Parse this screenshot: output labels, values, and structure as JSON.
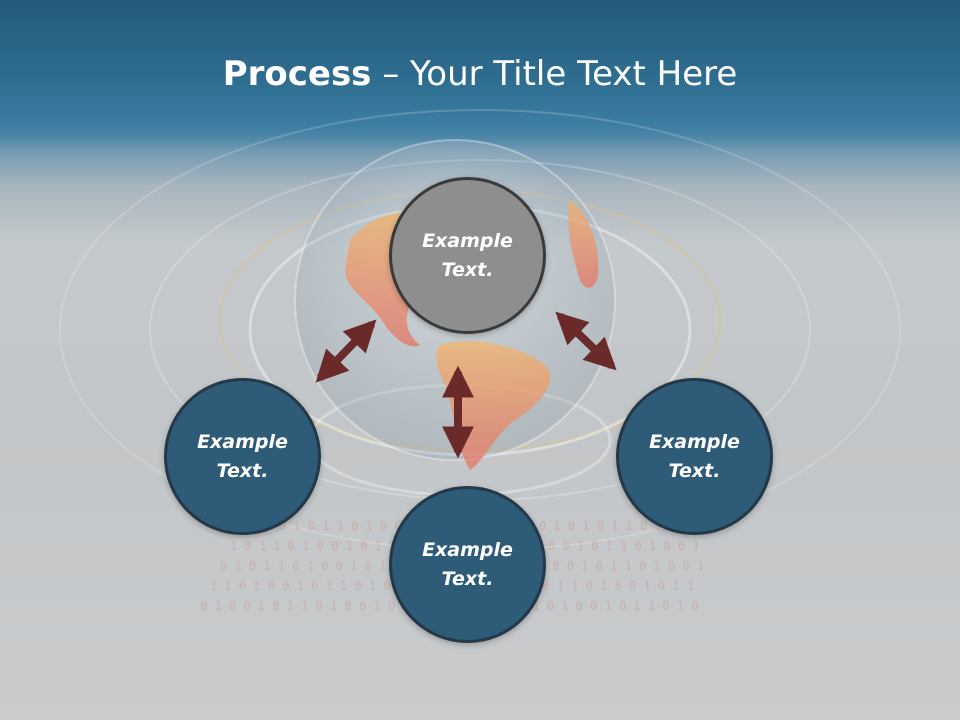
{
  "title": {
    "bold": "Process",
    "rest": " – Your Title Text Here"
  },
  "nodes": {
    "center": {
      "line1": "Example",
      "line2": "Text."
    },
    "left": {
      "line1": "Example",
      "line2": "Text."
    },
    "bottom": {
      "line1": "Example",
      "line2": "Text."
    },
    "right": {
      "line1": "Example",
      "line2": "Text."
    }
  },
  "colors": {
    "header": "#2f6e91",
    "node_blue": "#2e5b78",
    "node_center": "#8e8e8e",
    "arrow": "#6b2a2a"
  }
}
